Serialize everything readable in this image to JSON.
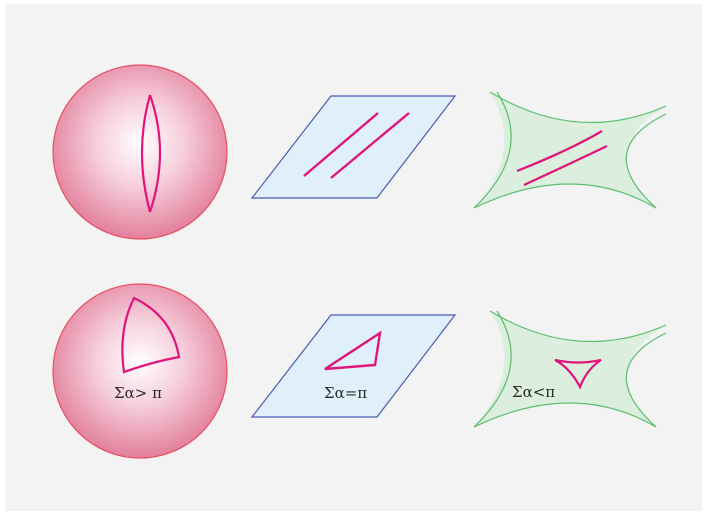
{
  "labels": {
    "sphere": "Σα> π",
    "plane": "Σα=π",
    "saddle": "Σα<π"
  },
  "colors": {
    "panel_bg": "#f3f3f3",
    "sphere_edge": "#e8505f",
    "sphere_fill_light": "#ffffff",
    "sphere_fill_dark": "#e27f9c",
    "plane_fill": "#dff0fb",
    "plane_edge": "#4a5bb5",
    "saddle_fill": "#dceedd",
    "saddle_edge": "#5cbf70",
    "curve_magenta": "#e0147a"
  },
  "shapes": [
    "sphere",
    "plane",
    "saddle"
  ]
}
